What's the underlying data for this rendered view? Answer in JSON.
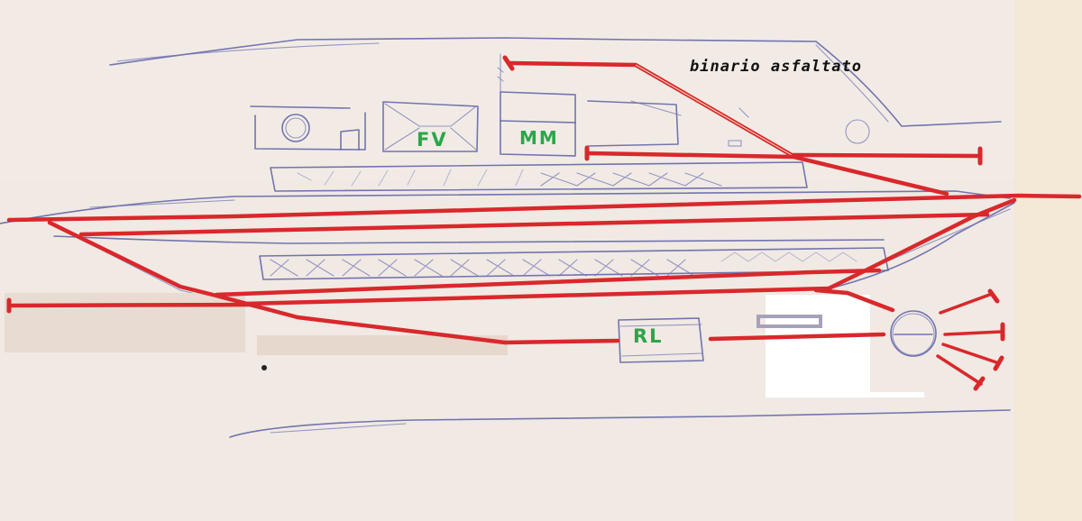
{
  "diagram": {
    "type": "hand-drawn railway track plan",
    "colors": {
      "paper": "#efe6df",
      "paper_right_strip": "#f3e8d8",
      "ink": "#5c5fa6",
      "track": "#d9282c",
      "label_green": "#2aa64a",
      "caption_black": "#111111",
      "patch_white": "#ffffff",
      "patch_beige": "#e8dcd2",
      "gray_rect": "#a7a2b8"
    },
    "annotation": {
      "text": "binario asfaltato",
      "meaning": "paved track"
    },
    "buildings": [
      {
        "id": "FV",
        "label": "FV"
      },
      {
        "id": "MM",
        "label": "MM"
      },
      {
        "id": "RL",
        "label": "RL"
      }
    ],
    "turntable": {
      "label": "",
      "stub_tracks": 4
    },
    "tracks": {
      "main_lines": 2,
      "sidings_with_buffer_stops": 7
    }
  }
}
